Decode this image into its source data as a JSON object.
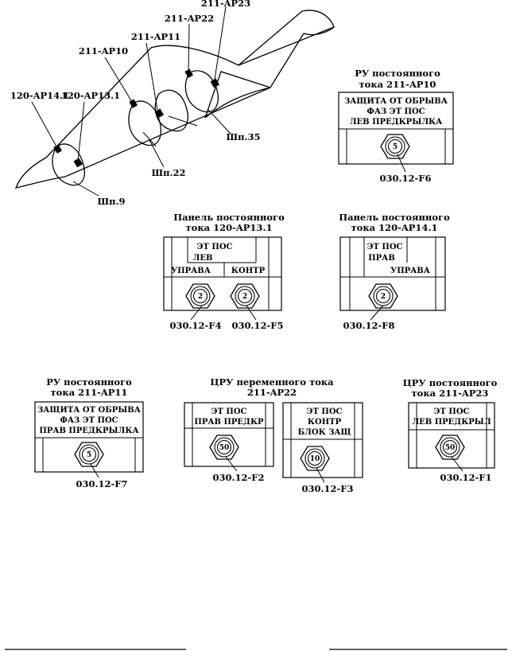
{
  "fuselage": {
    "labels": {
      "ap23": "211-AP23",
      "ap22": "211-AP22",
      "ap11": "211-AP11",
      "ap10": "211-AP10",
      "ap14_1": "120-AP14.1",
      "ap13_1": "120-AP13.1",
      "sh35": "Шп.35",
      "sh22": "Шп.22",
      "sh9": "Шп.9"
    }
  },
  "panels": {
    "p1": {
      "title1": "РУ постоянного",
      "title2": "тока 211-AP10",
      "line1": "ЗАЩИТА ОТ ОБРЫВА",
      "line2": "ФАЗ ЭТ ПОС",
      "line3": "ЛЕВ ПРЕДКРЫЛКА",
      "fuse_rating": "5",
      "fuse_id": "030.12-F6"
    },
    "p2": {
      "title1": "Панель постоянного",
      "title2": "тока 120-AP13.1",
      "line1": "ЭТ ПОС",
      "line2": "ЛЕВ",
      "left_label": "УПРАВА",
      "right_label": "КОНТР",
      "fuse1_rating": "2",
      "fuse2_rating": "2",
      "fuse1_id": "030.12-F4",
      "fuse2_id": "030.12-F5"
    },
    "p3": {
      "title1": "Панель постоянного",
      "title2": "тока 120-AP14.1",
      "line1": "ЭТ ПОС",
      "line2": "ПРАВ",
      "label": "УПРАВА",
      "fuse_rating": "2",
      "fuse_id": "030.12-F8"
    },
    "p4": {
      "title1": "РУ постоянного",
      "title2": "тока 211-AP11",
      "line1": "ЗАЩИТА ОТ ОБРЫВА",
      "line2": "ФАЗ ЭТ ПОС",
      "line3": "ПРАВ ПРЕДКРЫЛКА",
      "fuse_rating": "5",
      "fuse_id": "030.12-F7"
    },
    "p5": {
      "title1": "ЦРУ переменного тока",
      "title2": "211-AP22",
      "a_line1": "ЭТ ПОС",
      "a_line2": "ПРАВ ПРЕДКР",
      "a_fuse_rating": "50",
      "a_fuse_id": "030.12-F2",
      "b_line1": "ЭТ ПОС",
      "b_line2": "КОНТР",
      "b_line3": "БЛОК ЗАЩ",
      "b_fuse_rating": "10",
      "b_fuse_id": "030.12-F3"
    },
    "p6": {
      "title1": "ЦРУ постоянного",
      "title2": "тока 211-AP23",
      "line1": "ЭТ ПОС",
      "line2": "ЛЕВ ПРЕДКРЫЛ",
      "fuse_rating": "50",
      "fuse_id": "030.12-F1"
    }
  }
}
